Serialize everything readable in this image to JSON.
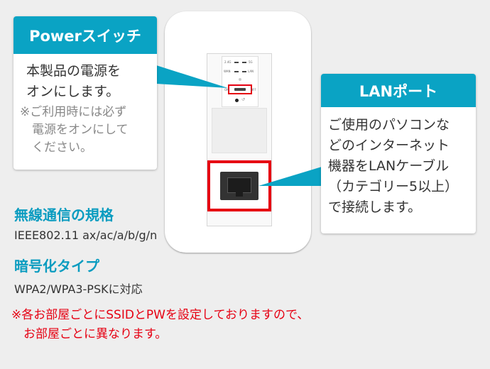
{
  "power_callout": {
    "title": "Powerスイッチ",
    "body": "本製品の電源を\nオンにします。",
    "note": "※ご利用時には必ず\n　電源をオンにして\n　ください。"
  },
  "lan_callout": {
    "title": "LANポート",
    "body": "ご使用のパソコンな\nどのインターネット\n機器をLANケーブル\n（カテゴリー5以上）\nで接続します。"
  },
  "specs": {
    "wireless_heading": "無線通信の規格",
    "wireless_value": "IEEE802.11 ax/ac/a/b/g/n",
    "encryption_heading": "暗号化タイプ",
    "encryption_value": "WPA2/WPA3-PSKに対応"
  },
  "device_panel": {
    "led_24g": "2.4G",
    "led_5g": "5G",
    "led_wan": "WAN",
    "led_lan": "LAN",
    "switch_on": "ON",
    "switch_off": "OFF"
  },
  "footnote": "※各お部屋ごとにSSIDとPWを設定しておりますので、\n　お部屋ごとに異なります。",
  "colors": {
    "accent": "#0aa3c4",
    "highlight": "#e60012",
    "background": "#eeeeee"
  }
}
